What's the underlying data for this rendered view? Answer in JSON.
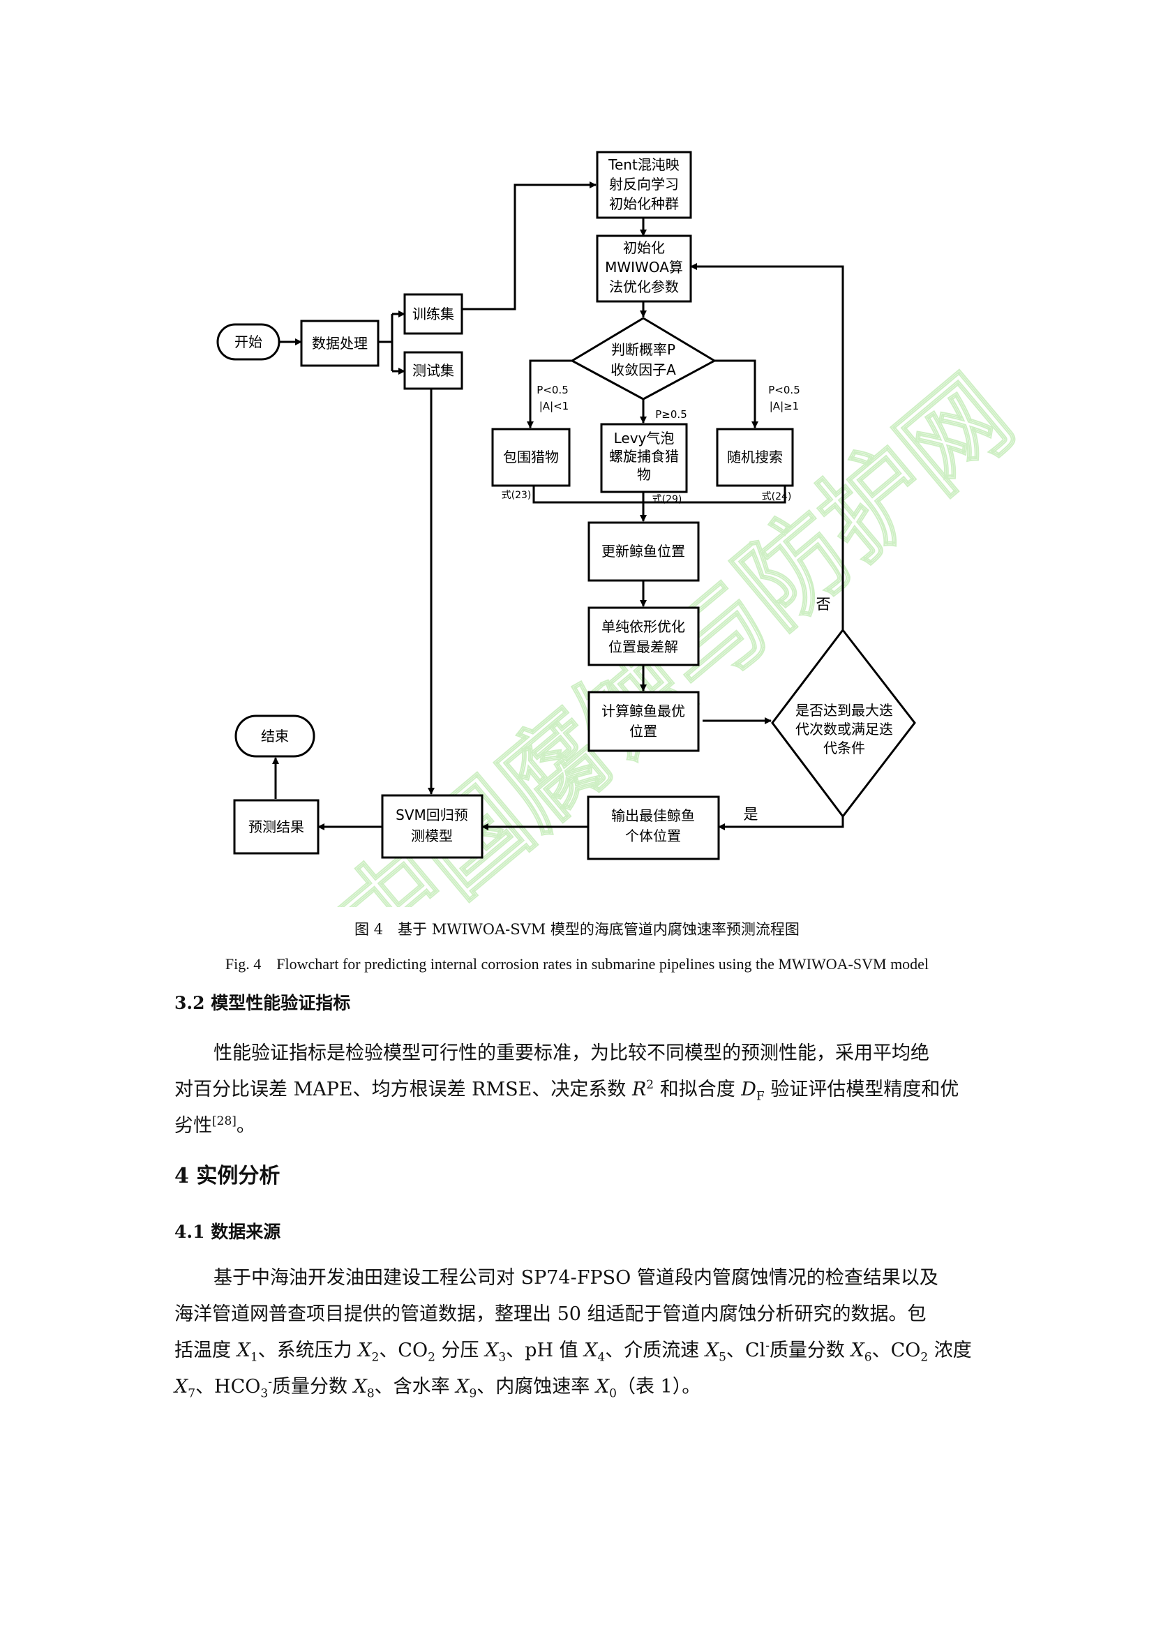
{
  "figure": {
    "nodes": {
      "start": "开始",
      "data_processing": "数据处理",
      "training_set": "训练集",
      "test_set": "测试集",
      "tent_init": [
        "Tent混沌映",
        "射反向学习",
        "初始化种群"
      ],
      "mwiwoa_init": [
        "初始化",
        "MWIWOA算",
        "法优化参数"
      ],
      "decision_pa": [
        "判断概率P",
        "收敛因子A"
      ],
      "encircle": "包围猎物",
      "levy": [
        "Levy气泡",
        "螺旋捕食猎",
        "物"
      ],
      "random_search": "随机搜索",
      "update_pos": "更新鲸鱼位置",
      "simplex": [
        "单纯依形优化",
        "位置最差解"
      ],
      "best_pos": [
        "计算鲸鱼最优",
        "位置"
      ],
      "max_iter": [
        "是否达到最大迭",
        "代次数或满足迭",
        "代条件"
      ],
      "output_best": [
        "输出最佳鲸鱼",
        "个体位置"
      ],
      "svm": [
        "SVM回归预",
        "测模型"
      ],
      "prediction": "预测结果",
      "end": "结束"
    },
    "labels": {
      "left_cond": [
        "P<0.5",
        "|A|<1"
      ],
      "mid_cond": "P≥0.5",
      "right_cond": [
        "P<0.5",
        "|A|≥1"
      ],
      "eq_left": "式(23)",
      "eq_mid": "式(29)",
      "eq_right": "式(24)",
      "no": "否",
      "yes": "是"
    },
    "watermark": "中国腐蚀与防护网"
  },
  "captions": {
    "cn": "图 4　基于 MWIWOA-SVM 模型的海底管道内腐蚀速率预测流程图",
    "en": "Fig. 4　Flowchart for predicting internal corrosion rates in submarine pipelines using the MWIWOA-SVM model"
  },
  "section_3_2": {
    "heading": "3.2 模型性能验证指标",
    "l1": "性能验证指标是检验模型可行性的重要标准，为比较不同模型的预测性能，采用平均绝",
    "l2a": "对百分比误差 MAPE、均方根误差 RMSE、决定系数 ",
    "l2_R": "R",
    "l2_sup": "2",
    "l2b": " 和拟合度 ",
    "l2_D": "D",
    "l2_sub": "F",
    "l2c": " 验证评估模型精度和优",
    "l3": "劣性",
    "l3_ref": "[28]",
    "l3_end": "。"
  },
  "section_4": {
    "heading": "4  实例分析"
  },
  "section_4_1": {
    "heading": "4.1 数据来源",
    "l1": "基于中海油开发油田建设工程公司对 SP74-FPSO 管道段内管腐蚀情况的检查结果以及",
    "l2": "海洋管道网普查项目提供的管道数据，整理出 50 组适配于管道内腐蚀分析研究的数据。包",
    "l3": [
      {
        "t": "括温度 "
      },
      {
        "v": "X"
      },
      {
        "sub": "1"
      },
      {
        "t": "、系统压力 "
      },
      {
        "v": "X"
      },
      {
        "sub": "2"
      },
      {
        "t": "、CO"
      },
      {
        "sub": "2"
      },
      {
        "t": " 分压 "
      },
      {
        "v": "X"
      },
      {
        "sub": "3"
      },
      {
        "t": "、pH 值 "
      },
      {
        "v": "X"
      },
      {
        "sub": "4"
      },
      {
        "t": "、介质流速 "
      },
      {
        "v": "X"
      },
      {
        "sub": "5"
      },
      {
        "t": "、Cl"
      },
      {
        "sup": "-"
      },
      {
        "t": "质量分数 "
      },
      {
        "v": "X"
      },
      {
        "sub": "6"
      },
      {
        "t": "、CO"
      },
      {
        "sub": "2"
      },
      {
        "t": " 浓度"
      }
    ],
    "l4": [
      {
        "v": "X"
      },
      {
        "sub": "7"
      },
      {
        "t": "、HCO"
      },
      {
        "sub": "3"
      },
      {
        "sup": "-"
      },
      {
        "t": "质量分数 "
      },
      {
        "v": "X"
      },
      {
        "sub": "8"
      },
      {
        "t": "、含水率 "
      },
      {
        "v": "X"
      },
      {
        "sub": "9"
      },
      {
        "t": "、内腐蚀速率 "
      },
      {
        "v": "X"
      },
      {
        "sub": "0"
      },
      {
        "t": "（表 1）。"
      }
    ]
  }
}
